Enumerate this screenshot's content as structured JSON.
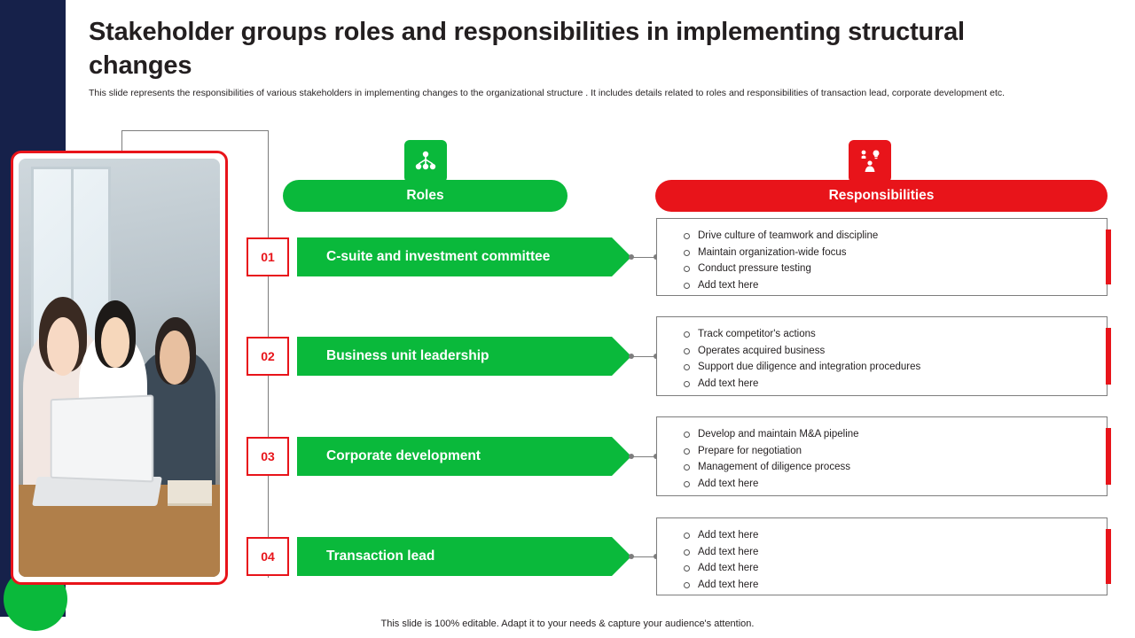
{
  "slide": {
    "title": "Stakeholder groups roles and responsibilities in implementing structural changes",
    "subtitle": "This slide represents the responsibilities of various stakeholders in implementing changes to the organizational structure . It includes details related to roles and responsibilities of transaction lead, corporate development etc.",
    "footer": "This slide is 100% editable. Adapt it to your needs & capture your audience's attention."
  },
  "headers": {
    "roles": "Roles",
    "responsibilities": "Responsibilities",
    "roles_icon": "network-nodes-icon",
    "responsibilities_icon": "person-bulb-icon"
  },
  "colors": {
    "green": "#0ab93b",
    "red": "#e8141a",
    "navy": "#16214a",
    "gray": "#7d7d7d"
  },
  "rows": [
    {
      "number": "01",
      "role": "C-suite and investment committee",
      "responsibilities": [
        "Drive culture of teamwork and discipline",
        "Maintain organization-wide focus",
        "Conduct pressure testing",
        "Add text here"
      ]
    },
    {
      "number": "02",
      "role": "Business unit leadership",
      "responsibilities": [
        "Track competitor's actions",
        "Operates acquired business",
        "Support due diligence and integration procedures",
        "Add text here"
      ]
    },
    {
      "number": "03",
      "role": "Corporate development",
      "responsibilities": [
        "Develop and maintain M&A pipeline",
        "Prepare for negotiation",
        "Management of diligence process",
        "Add text here"
      ]
    },
    {
      "number": "04",
      "role": "Transaction lead",
      "responsibilities": [
        "Add text here",
        "Add text here",
        "Add text here",
        "Add text here"
      ]
    }
  ],
  "photo": {
    "alt": "team-meeting-photo"
  }
}
